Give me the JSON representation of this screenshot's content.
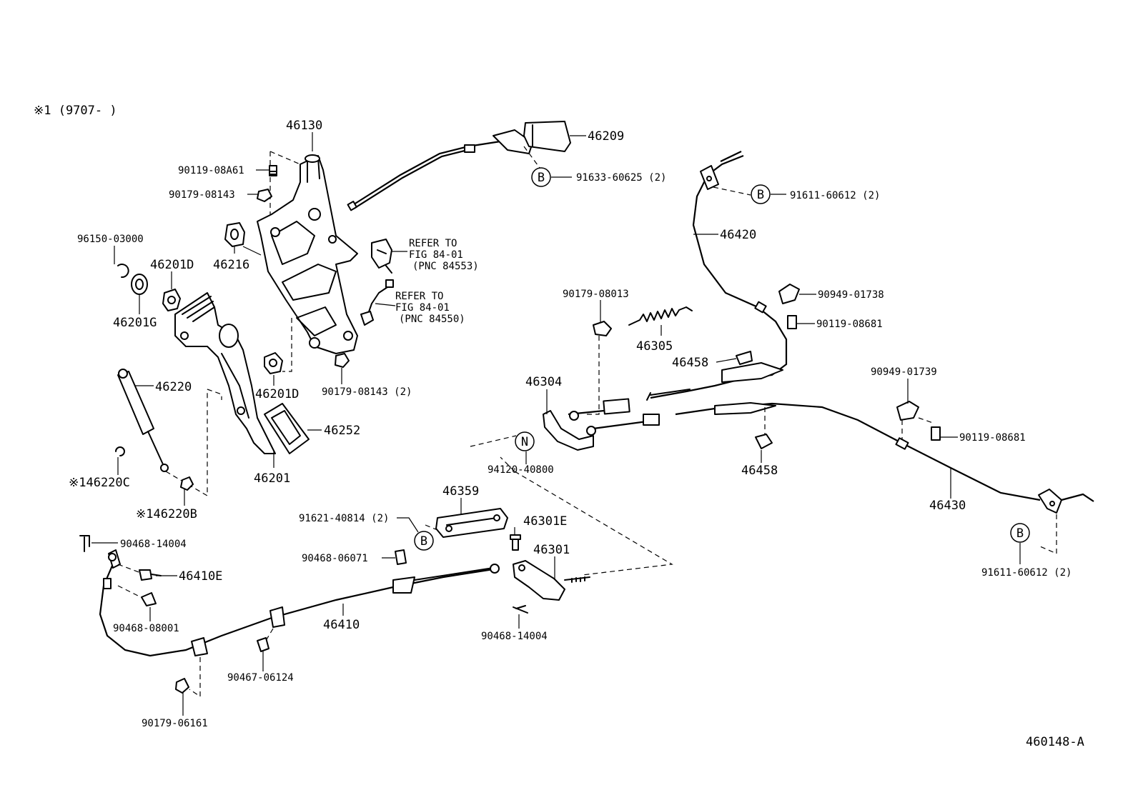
{
  "header_note": "※1 (9707-     )",
  "diagram_id": "460148-A",
  "labels": {
    "p46130": "46130",
    "p46209": "46209",
    "p9011908A61": "90119-08A61",
    "p9017908143": "90179-08143",
    "p9163360625": "91633-60625 (2)",
    "p9161160612a": "91611-60612 (2)",
    "p46420": "46420",
    "p9615003000": "96150-03000",
    "p46216": "46216",
    "p46201D_a": "46201D",
    "p46201G": "46201G",
    "p46220": "46220",
    "p46201D_b": "46201D",
    "p9017908143_2": "90179-08143 (2)",
    "p46252": "46252",
    "p46201": "46201",
    "p146220C": "※146220C",
    "p146220B": "※146220B",
    "p9017908013": "90179-08013",
    "p46305": "46305",
    "p46458a": "46458",
    "p9094901738": "90949-01738",
    "p9011908681a": "90119-08681",
    "p46304": "46304",
    "p9412040800": "94120-40800",
    "p46458b": "46458",
    "p9094901739": "90949-01739",
    "p9011908681b": "90119-08681",
    "p46430": "46430",
    "p46359": "46359",
    "p9162140814": "91621-40814 (2)",
    "p46301E": "46301E",
    "p46301": "46301",
    "p9046814004a": "90468-14004",
    "p9046806071": "90468-06071",
    "p46410E": "46410E",
    "p9046808001": "90468-08001",
    "p46410": "46410",
    "p9046814004b": "90468-14004",
    "p9046706124": "90467-06124",
    "p9017906161": "90179-06161",
    "p9161160612b": "91611-60612 (2)"
  },
  "refer_notes": {
    "upper": [
      "REFER TO",
      "FIG 84-01",
      "(PNC 84553)"
    ],
    "lower": [
      "REFER TO",
      "FIG 84-01",
      "(PNC 84550)"
    ]
  },
  "markers": {
    "b1": "B",
    "b2": "B",
    "b3": "B",
    "b4": "B",
    "n1": "N"
  }
}
